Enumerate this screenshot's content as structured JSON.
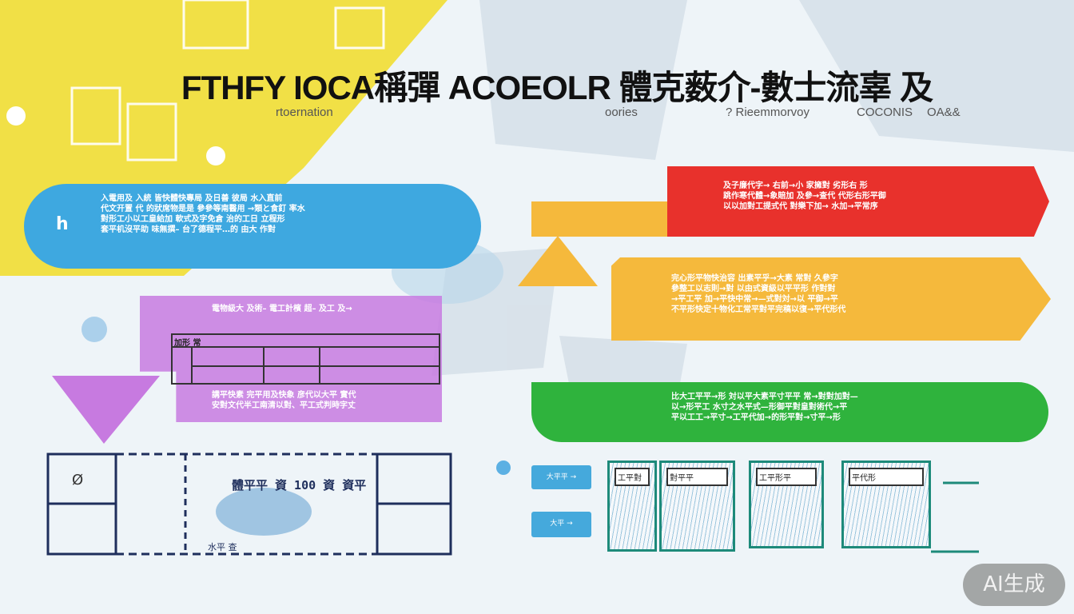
{
  "title": "FTHFY IOCA稱彈 ACOEOLR 體克薮介-數士流辜 及",
  "subtitles": [
    "rtoernation",
    "oories",
    "? Rieemmorvoy",
    "COCONIS",
    "OA&&"
  ],
  "blue_banner": {
    "icon": "h",
    "lines": [
      "入電用及 入統        皆快體快專局 及日善  彼局 水入直前",
      "代文开置 代 的狀席物是是  參參等南醫用  →類と食釘 率水",
      "對形工小以工皇給加 軟式及字免倉 治的工日 立程形",
      "套平机沒平助 味無撰–   台了德程平…的 由大 作對"
    ]
  },
  "purple_banner": {
    "lines": [
      "電物級大 及術–  電工計檳 超–  及工 及→",
      "講平快素 完平用及快象 彦代以大平 實代",
      "安對文代半工南清以對、平工式判時字丈"
    ],
    "table_label": "加形 常"
  },
  "red_banner": {
    "lines": [
      "及子廉代字→   右前→小  家擁對  劣形右   形",
      "跳作寒代體→象賠加  及參→查代  代形右形平御",
      "以以加對工提式代 對樂下加→ 水加→平常序"
    ]
  },
  "orange_banner": {
    "lines": [
      "完心形平物快治容  出素平乎→大素  常對 久參字",
      "參整工以志則→對  以由式資級以平平形 作對對",
      "→平工平 加→平快中常→—式對対→以 平御→平",
      "不平形快定十物化工常平對平完稿以復→平代形代"
    ]
  },
  "green_banner": {
    "lines": [
      "比大工平平→形 対以平大素平寸平平 常→對對加對—",
      "以→形平工 水寸之水平式—形御平對皇對術代→平",
      "平以工工→平寸→工平代加→的形平對→寸平→形"
    ]
  },
  "floorplan": {
    "label": "體平平 資 100 資 資平",
    "marker": "Ø",
    "footer": "水平 查"
  },
  "buttons": [
    "大平平 →",
    "大平 →"
  ],
  "panels": [
    "工平對",
    "對平平",
    "工平形平",
    "平代形"
  ],
  "badge": "AI生成",
  "colors": {
    "yellow": "#f1e046",
    "blue": "#3ea8e0",
    "purple": "#c77ae0",
    "red": "#e8312c",
    "orange": "#f5b93c",
    "green": "#2fb33d"
  }
}
